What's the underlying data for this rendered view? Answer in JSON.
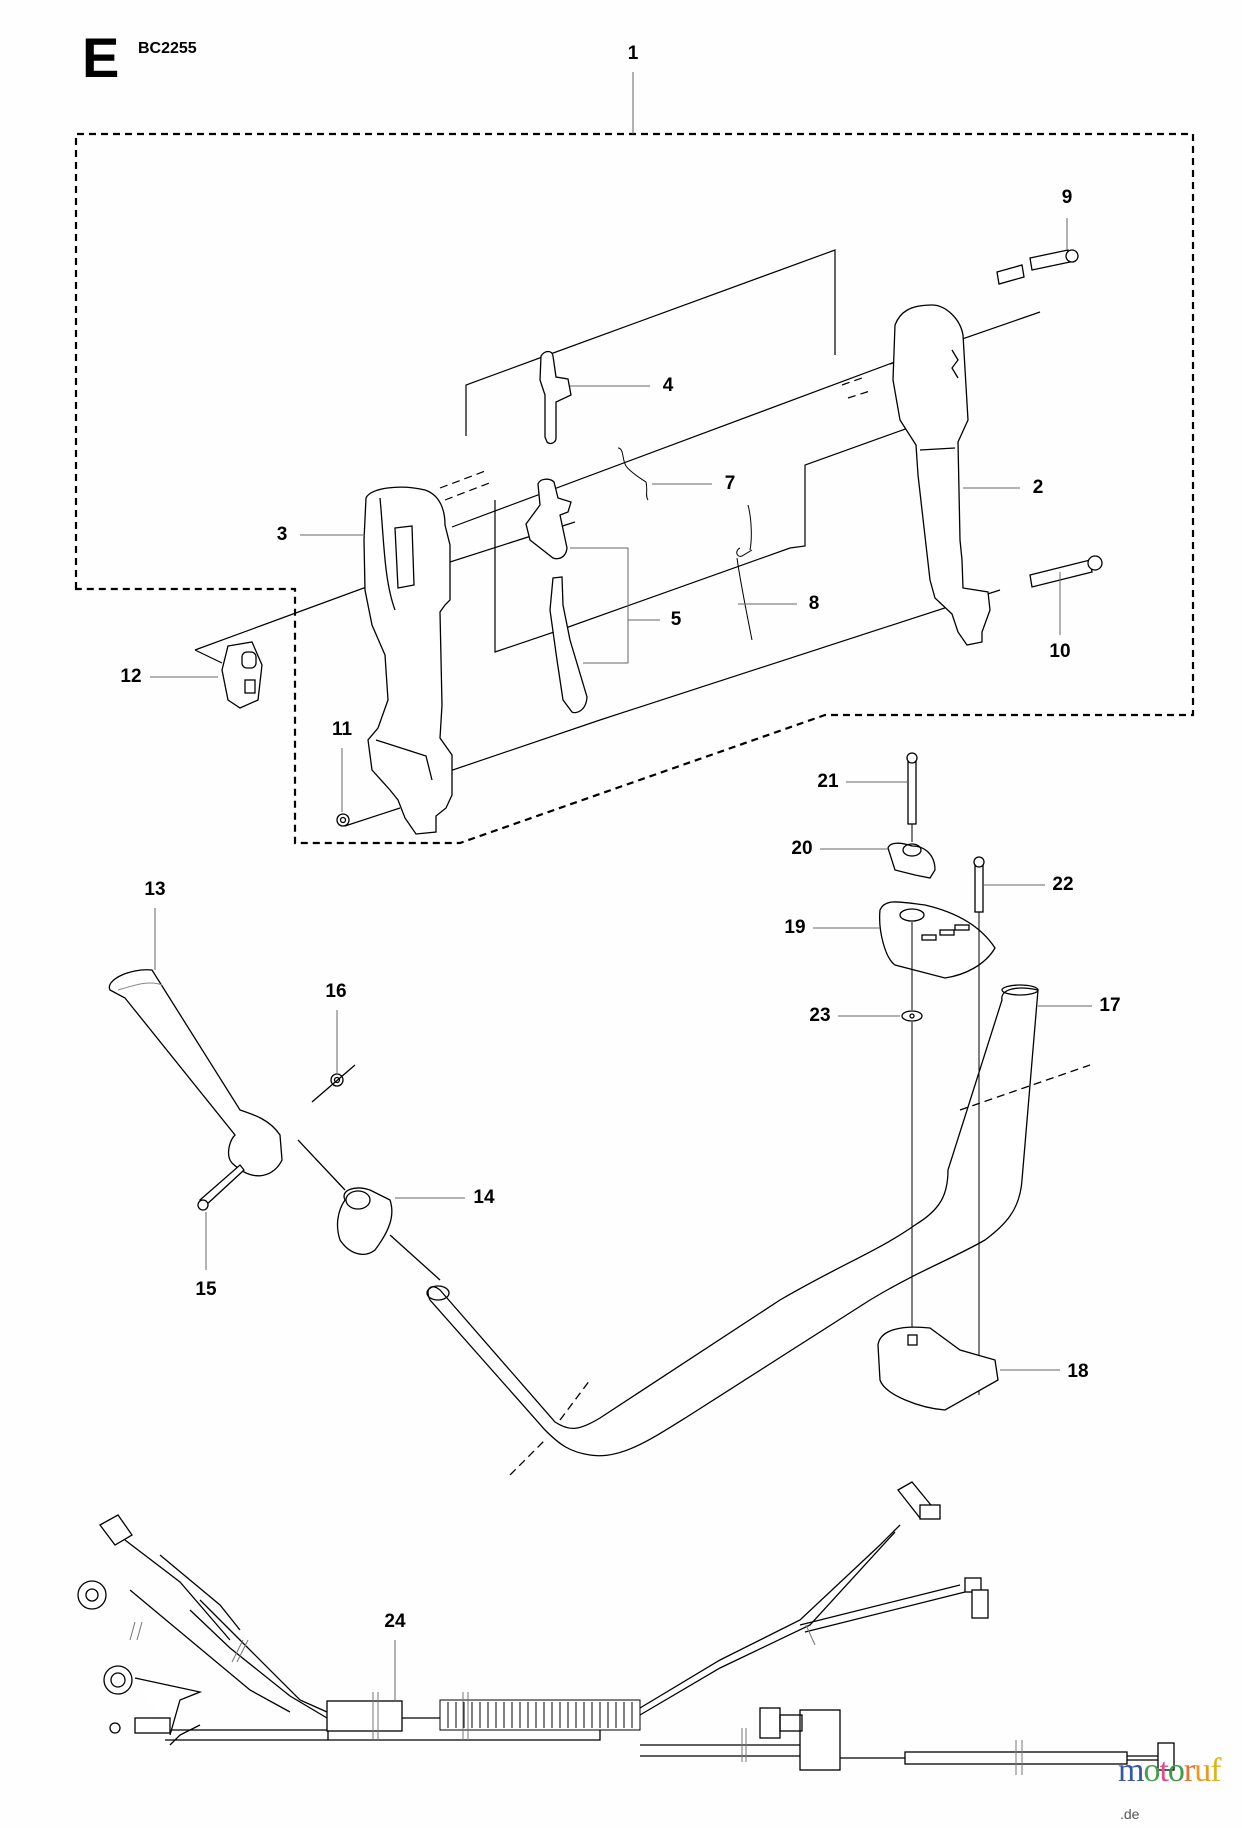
{
  "header": {
    "section_letter": "E",
    "model": "BC2255"
  },
  "callouts": [
    {
      "id": "1",
      "label": "1"
    },
    {
      "id": "2",
      "label": "2"
    },
    {
      "id": "3",
      "label": "3"
    },
    {
      "id": "4",
      "label": "4"
    },
    {
      "id": "5",
      "label": "5"
    },
    {
      "id": "7",
      "label": "7"
    },
    {
      "id": "8",
      "label": "8"
    },
    {
      "id": "9",
      "label": "9"
    },
    {
      "id": "10",
      "label": "10"
    },
    {
      "id": "11",
      "label": "11"
    },
    {
      "id": "12",
      "label": "12"
    },
    {
      "id": "13",
      "label": "13"
    },
    {
      "id": "14",
      "label": "14"
    },
    {
      "id": "15",
      "label": "15"
    },
    {
      "id": "16",
      "label": "16"
    },
    {
      "id": "17",
      "label": "17"
    },
    {
      "id": "18",
      "label": "18"
    },
    {
      "id": "19",
      "label": "19"
    },
    {
      "id": "20",
      "label": "20"
    },
    {
      "id": "21",
      "label": "21"
    },
    {
      "id": "22",
      "label": "22"
    },
    {
      "id": "23",
      "label": "23"
    },
    {
      "id": "24",
      "label": "24"
    }
  ],
  "watermark": {
    "letters": [
      {
        "ch": "m",
        "color": "#3a56a8"
      },
      {
        "ch": "o",
        "color": "#47a04c"
      },
      {
        "ch": "t",
        "color": "#e04b8c"
      },
      {
        "ch": "o",
        "color": "#3c9a4a"
      },
      {
        "ch": "r",
        "color": "#e0742a"
      },
      {
        "ch": "u",
        "color": "#e89a22"
      },
      {
        "ch": "f",
        "color": "#d9b51f"
      }
    ],
    "tld": ".de"
  }
}
